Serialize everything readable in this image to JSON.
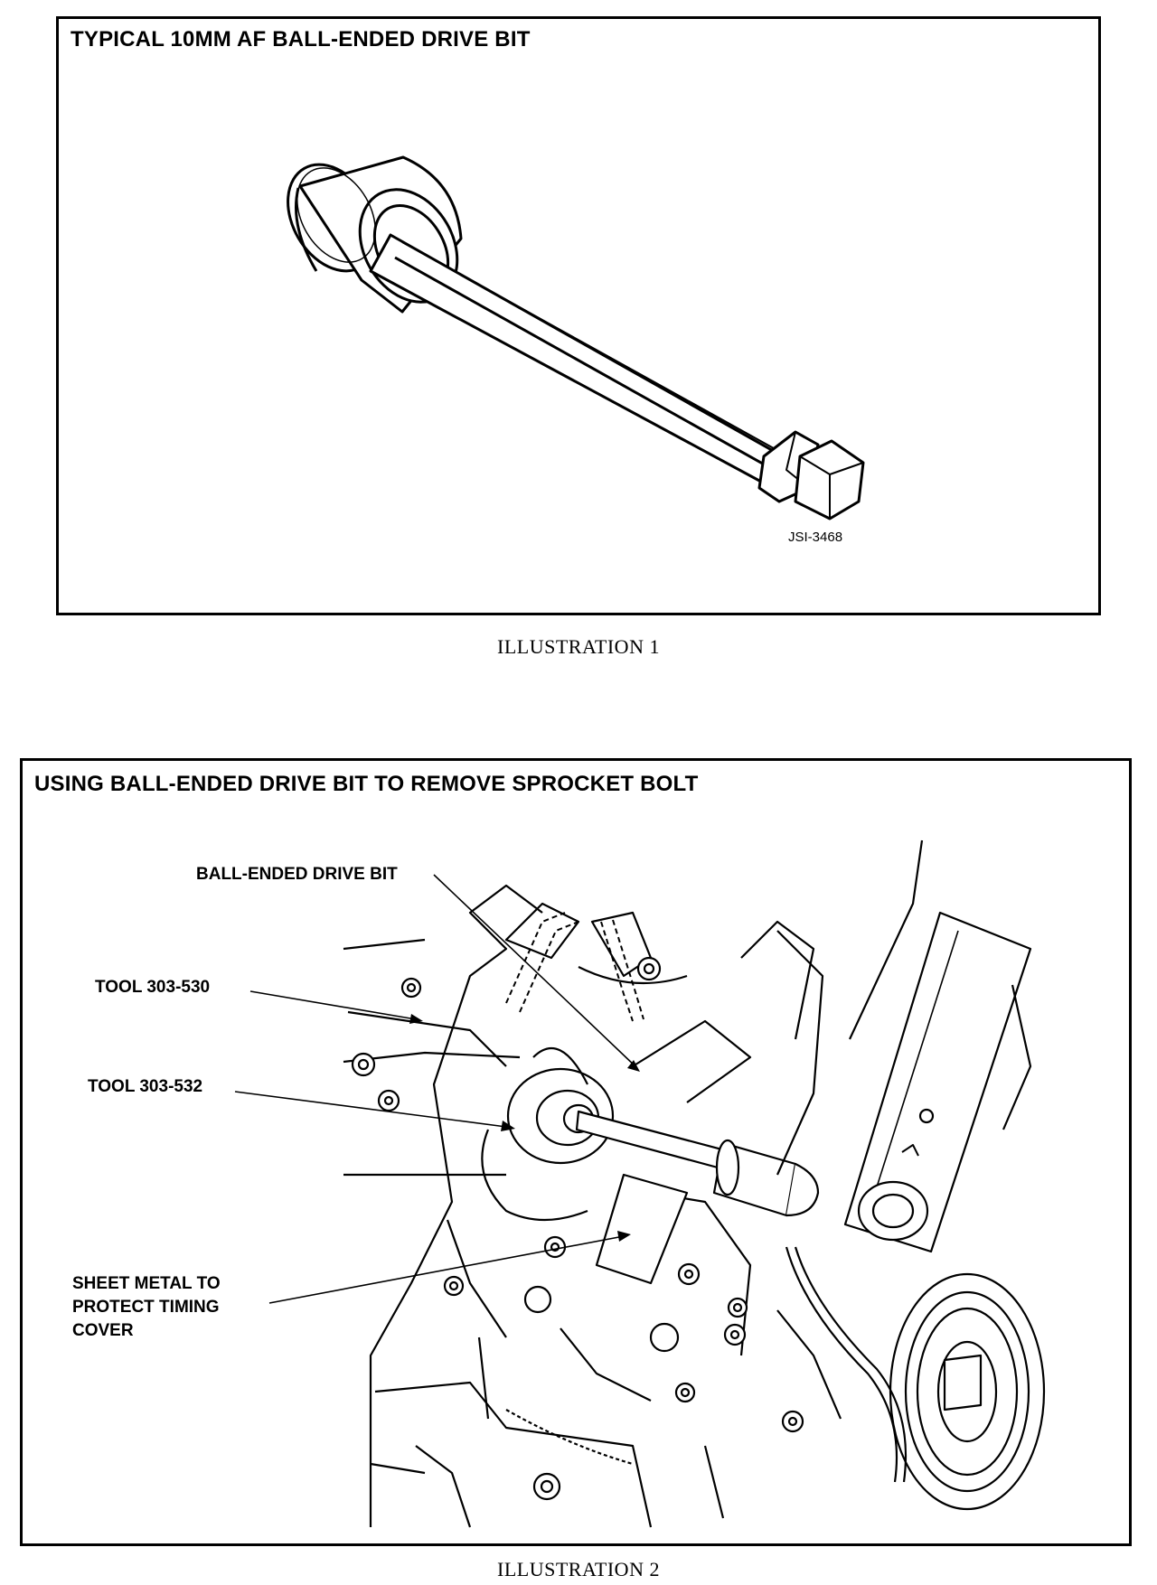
{
  "illustration1": {
    "title": "TYPICAL 10MM AF BALL-ENDED DRIVE BIT",
    "part_number": "JSI-3468",
    "caption": "ILLUSTRATION 1"
  },
  "illustration2": {
    "title": "USING BALL-ENDED DRIVE BIT TO REMOVE SPROCKET BOLT",
    "callouts": {
      "drive_bit": "BALL-ENDED DRIVE BIT",
      "tool_530": "TOOL 303-530",
      "tool_532": "TOOL 303-532",
      "sheet_metal": [
        "SHEET METAL TO",
        "PROTECT TIMING",
        "COVER"
      ]
    },
    "caption": "ILLUSTRATION 2"
  }
}
